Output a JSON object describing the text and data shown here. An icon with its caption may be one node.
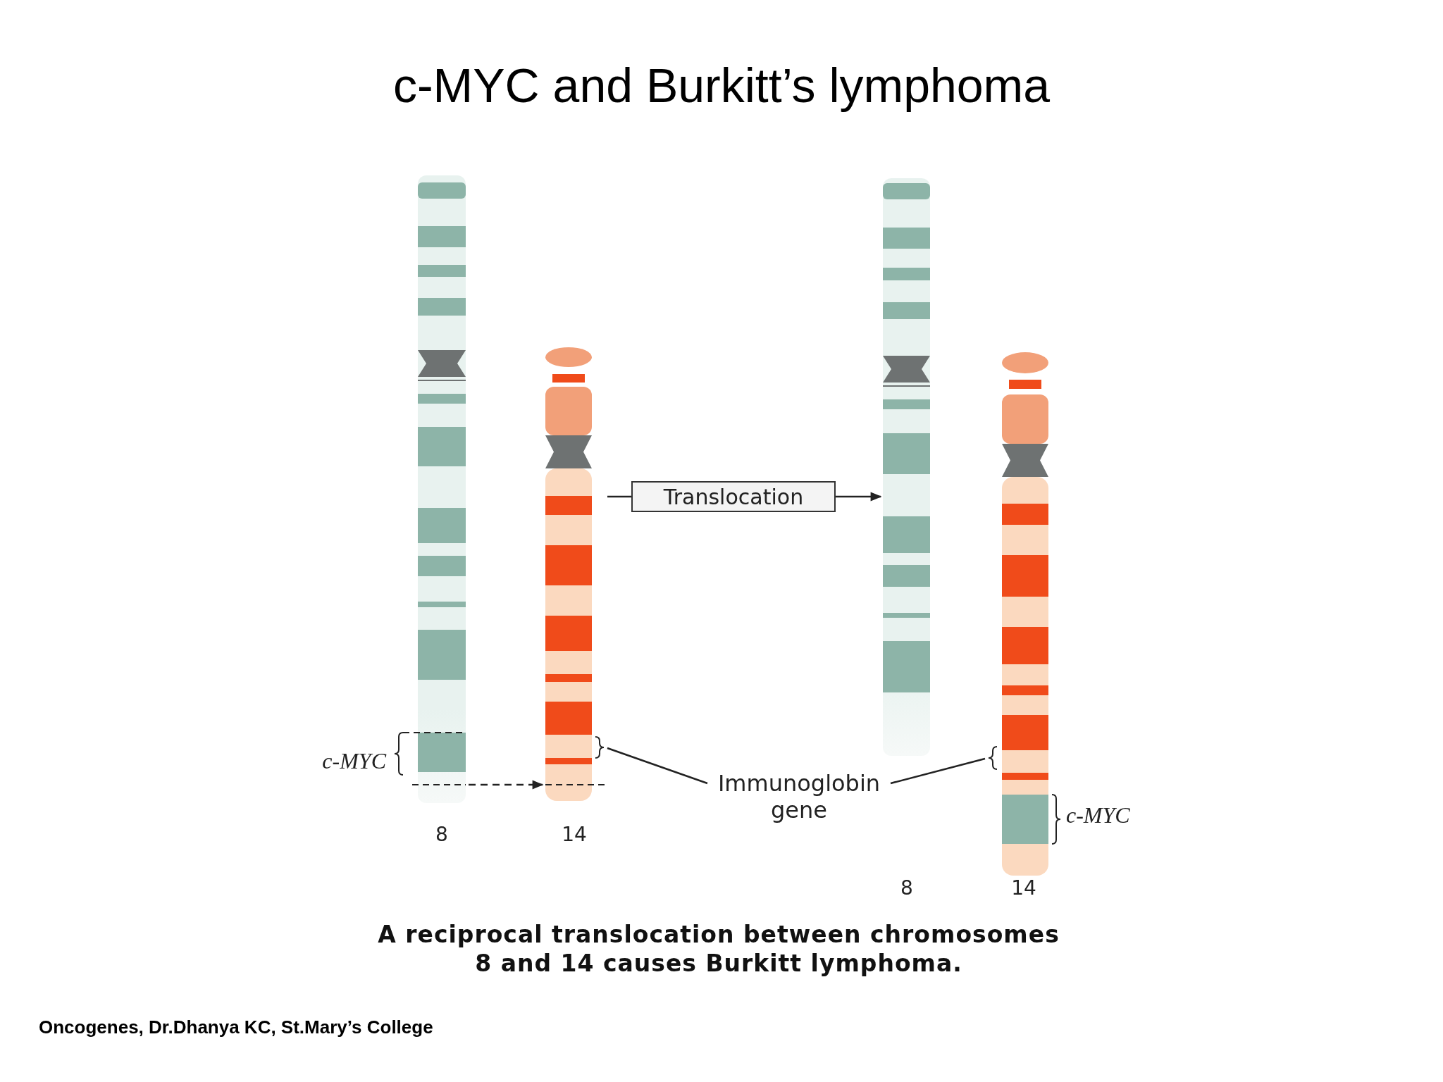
{
  "diagram": {
    "title": "c-MYC and Burkitt’s lymphoma",
    "caption": "A reciprocal translocation between chromosomes 8 and 14 causes Burkitt lymphoma.",
    "nodes": [
      {
        "text": [],
        "shape": "bar"
      },
      {
        "text": [],
        "shape": "bar"
      },
      {
        "text": [
          "Translocation"
        ]
      },
      {
        "text": [],
        "shape": "bar"
      },
      {
        "text": [],
        "shape": "bar"
      },
      {
        "text": [
          "Immunoglobin gene"
        ]
      }
    ],
    "edges": [
      {
        "from": 1,
        "to": 2,
        "arrow": "none"
      },
      {
        "from": 2,
        "to": 3,
        "arrow": "to"
      },
      {
        "from": 0,
        "to": 1,
        "arrow": "to",
        "style": "dashed"
      },
      {
        "from": 5,
        "to": 1,
        "arrow": "none"
      },
      {
        "from": 5,
        "to": 4,
        "arrow": "none"
      }
    ],
    "labels": [
      "c-MYC",
      "c-MYC",
      "8",
      "14",
      "8",
      "14",
      "Oncogenes, Dr.Dhanya KC, St.Mary’s College"
    ]
  }
}
